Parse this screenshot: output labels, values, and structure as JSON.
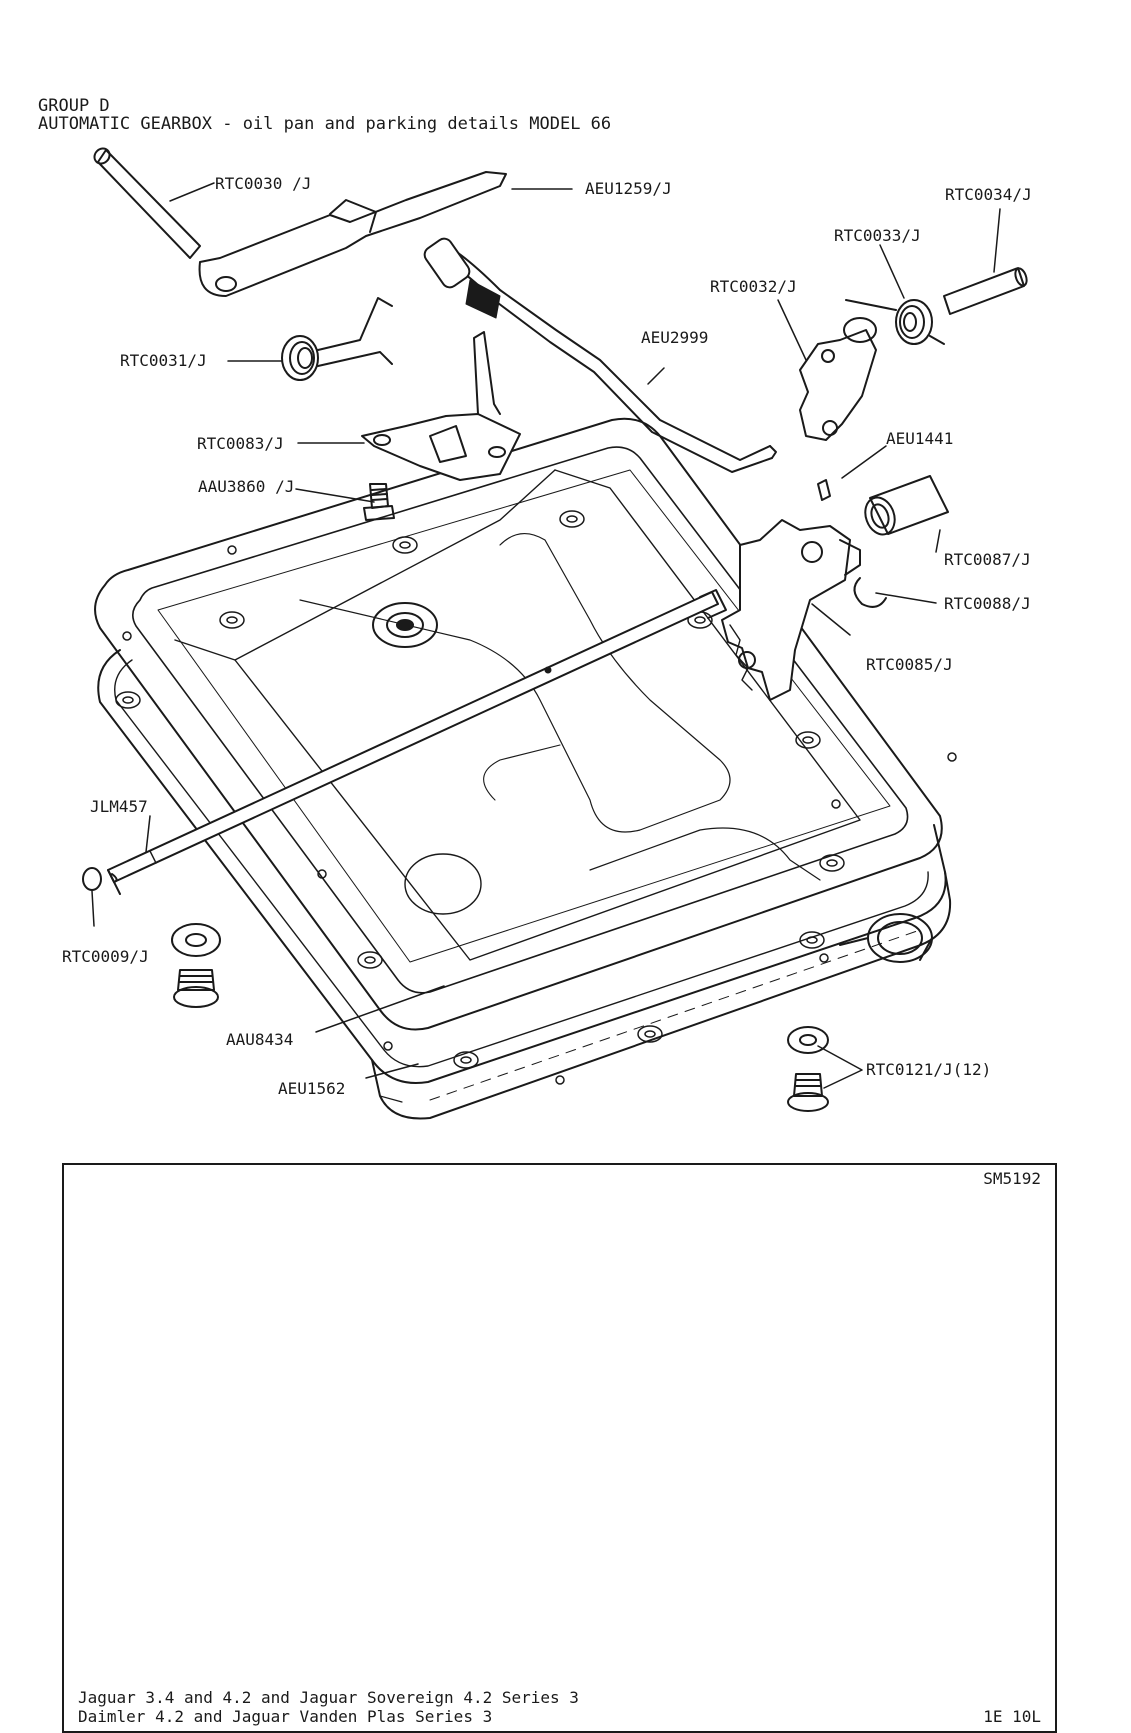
{
  "header": {
    "group": "GROUP D",
    "title": "AUTOMATIC GEARBOX - oil pan and parking details MODEL 66"
  },
  "callouts": [
    {
      "id": "rtc0030",
      "text": "RTC0030 /J"
    },
    {
      "id": "aeu1259",
      "text": "AEU1259/J"
    },
    {
      "id": "rtc0034",
      "text": "RTC0034/J"
    },
    {
      "id": "rtc0033",
      "text": "RTC0033/J"
    },
    {
      "id": "rtc0032",
      "text": "RTC0032/J"
    },
    {
      "id": "aeu2999",
      "text": "AEU2999"
    },
    {
      "id": "rtc0031",
      "text": "RTC0031/J"
    },
    {
      "id": "rtc0083",
      "text": "RTC0083/J"
    },
    {
      "id": "aeu1441",
      "text": "AEU1441"
    },
    {
      "id": "aau3860",
      "text": "AAU3860 /J"
    },
    {
      "id": "rtc0087",
      "text": "RTC0087/J"
    },
    {
      "id": "rtc0088",
      "text": "RTC0088/J"
    },
    {
      "id": "rtc0085",
      "text": "RTC0085/J"
    },
    {
      "id": "jlm457",
      "text": "JLM457"
    },
    {
      "id": "rtc0009",
      "text": "RTC0009/J"
    },
    {
      "id": "aau8434",
      "text": "AAU8434"
    },
    {
      "id": "aeu1562",
      "text": "AEU1562"
    },
    {
      "id": "rtc0121",
      "text": "RTC0121/J(12)"
    }
  ],
  "footer": {
    "ref": "SM5192",
    "line1": "Jaguar 3.4 and 4.2 and Jaguar Sovereign 4.2 Series 3",
    "line2": "Daimler 4.2 and Jaguar Vanden Plas Series 3",
    "page": "1E 10L"
  }
}
